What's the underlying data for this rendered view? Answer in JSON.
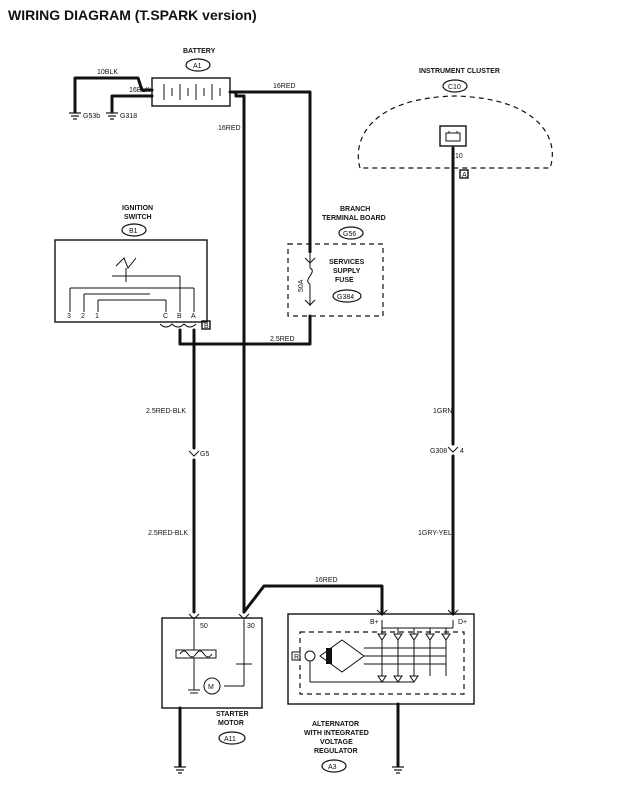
{
  "title": "WIRING DIAGRAM (T.SPARK version)",
  "components": {
    "battery": {
      "name": "BATTERY",
      "code": "A1"
    },
    "instrument_cluster": {
      "name": "INSTRUMENT CLUSTER",
      "code": "C10",
      "pin": "10",
      "connector": "A"
    },
    "ignition_switch": {
      "name_line1": "IGNITION",
      "name_line2": "SWITCH",
      "code": "B1",
      "connector": "B",
      "pins": [
        "3",
        "2",
        "1",
        "C",
        "B",
        "A"
      ]
    },
    "branch_board": {
      "name_line1": "BRANCH",
      "name_line2": "TERMINAL BOARD",
      "code": "G56"
    },
    "fuse": {
      "label_line1": "SERVICES",
      "label_line2": "SUPPLY",
      "label_line3": "FUSE",
      "code": "G384",
      "rating": "50A"
    },
    "starter": {
      "name_line1": "STARTER",
      "name_line2": "MOTOR",
      "code": "A11",
      "pin_50": "50",
      "pin_30": "30",
      "motor_symbol": "M"
    },
    "alternator": {
      "name_line1": "ALTERNATOR",
      "name_line2": "WITH INTEGRATED",
      "name_line3": "VOLTAGE",
      "name_line4": "REGULATOR",
      "code": "A3",
      "pin_bplus": "B+",
      "pin_dplus": "D+",
      "r_symbol": "R"
    }
  },
  "grounds": {
    "g53b": "G53b",
    "g318": "G318"
  },
  "connectors": {
    "g5": "G5",
    "g308": "G308",
    "g308_pin": "4"
  },
  "wires": {
    "w_10blk": "10BLK",
    "w_16blk": "16BLK",
    "w_16red_top": "16RED",
    "w_16red_down": "16RED",
    "w_25red": "2.5RED",
    "w_25redblk_1": "2.5RED-BLK",
    "w_25redblk_2": "2.5RED-BLK",
    "w_1grn": "1GRN",
    "w_1gryyel": "1GRY-YEL",
    "w_16red_alt": "16RED"
  }
}
